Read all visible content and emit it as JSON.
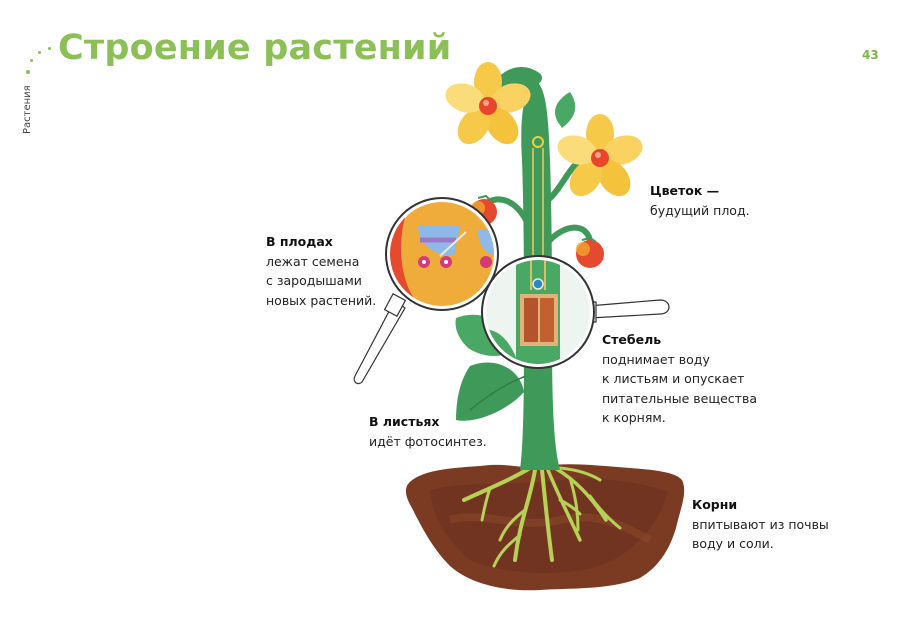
{
  "header": {
    "title": "Строение растений",
    "page_number": "43",
    "section_label": "Растения"
  },
  "captions": {
    "flower": {
      "heading": "Цветок —",
      "lines": [
        "будущий плод."
      ]
    },
    "fruits": {
      "heading": "В плодах",
      "lines": [
        "лежат семена",
        "с зародышами",
        "новых растений."
      ]
    },
    "stem": {
      "heading": "Стебель",
      "lines": [
        "поднимает воду",
        "к листьям и опускает",
        "питательные вещества",
        "к корням."
      ]
    },
    "leaves": {
      "heading": "В листьях",
      "lines": [
        "идёт фотосинтез."
      ]
    },
    "roots": {
      "heading": "Корни",
      "lines": [
        "впитывают из почвы",
        "воду и соли."
      ]
    }
  },
  "illustration": {
    "subject": "plant-structure",
    "parts": [
      "flowers",
      "fruits",
      "stem",
      "leaves",
      "roots",
      "soil"
    ],
    "magnifiers": [
      "fruit-magnifier-with-baby-strollers",
      "stem-magnifier-with-elevator"
    ],
    "colors": {
      "title_green": "#8cbf55",
      "stem_green": "#3f9a5a",
      "leaf_green": "#4aa865",
      "petal_yellow": "#f7c948",
      "flower_center": "#e8452c",
      "fruit_red": "#e5492e",
      "fruit_orange": "#f4a531",
      "soil_brown": "#7a3b22",
      "root_yellowgreen": "#b6d155"
    }
  }
}
